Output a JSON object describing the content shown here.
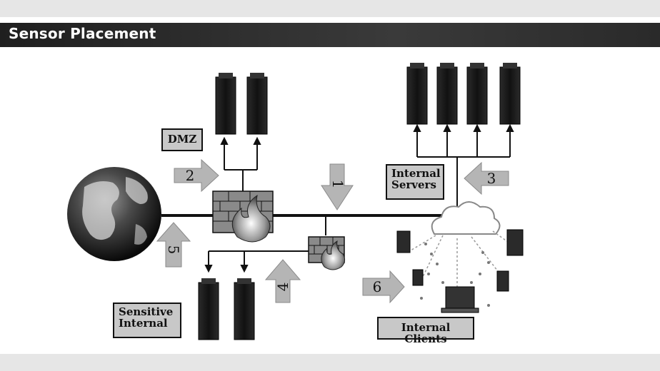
{
  "title": "Sensor Placement",
  "labels": {
    "dmz": "DMZ",
    "internal_servers_line1": "Internal",
    "internal_servers_line2": "Servers",
    "sensitive_internal_line1": "Sensitive",
    "sensitive_internal_line2": "Internal",
    "internal_clients": "Internal Clients"
  },
  "sensor_points": [
    "1",
    "2",
    "3",
    "4",
    "5",
    "6"
  ],
  "colors": {
    "title_bar": "#2a2a2a",
    "arrow_fill": "#b8b8b8",
    "label_fill": "#c8c8c8",
    "server": "#1a1a1a"
  },
  "icons": [
    "globe-icon",
    "firewall-icon",
    "server-icon",
    "cloud-icon",
    "laptop-icon"
  ]
}
